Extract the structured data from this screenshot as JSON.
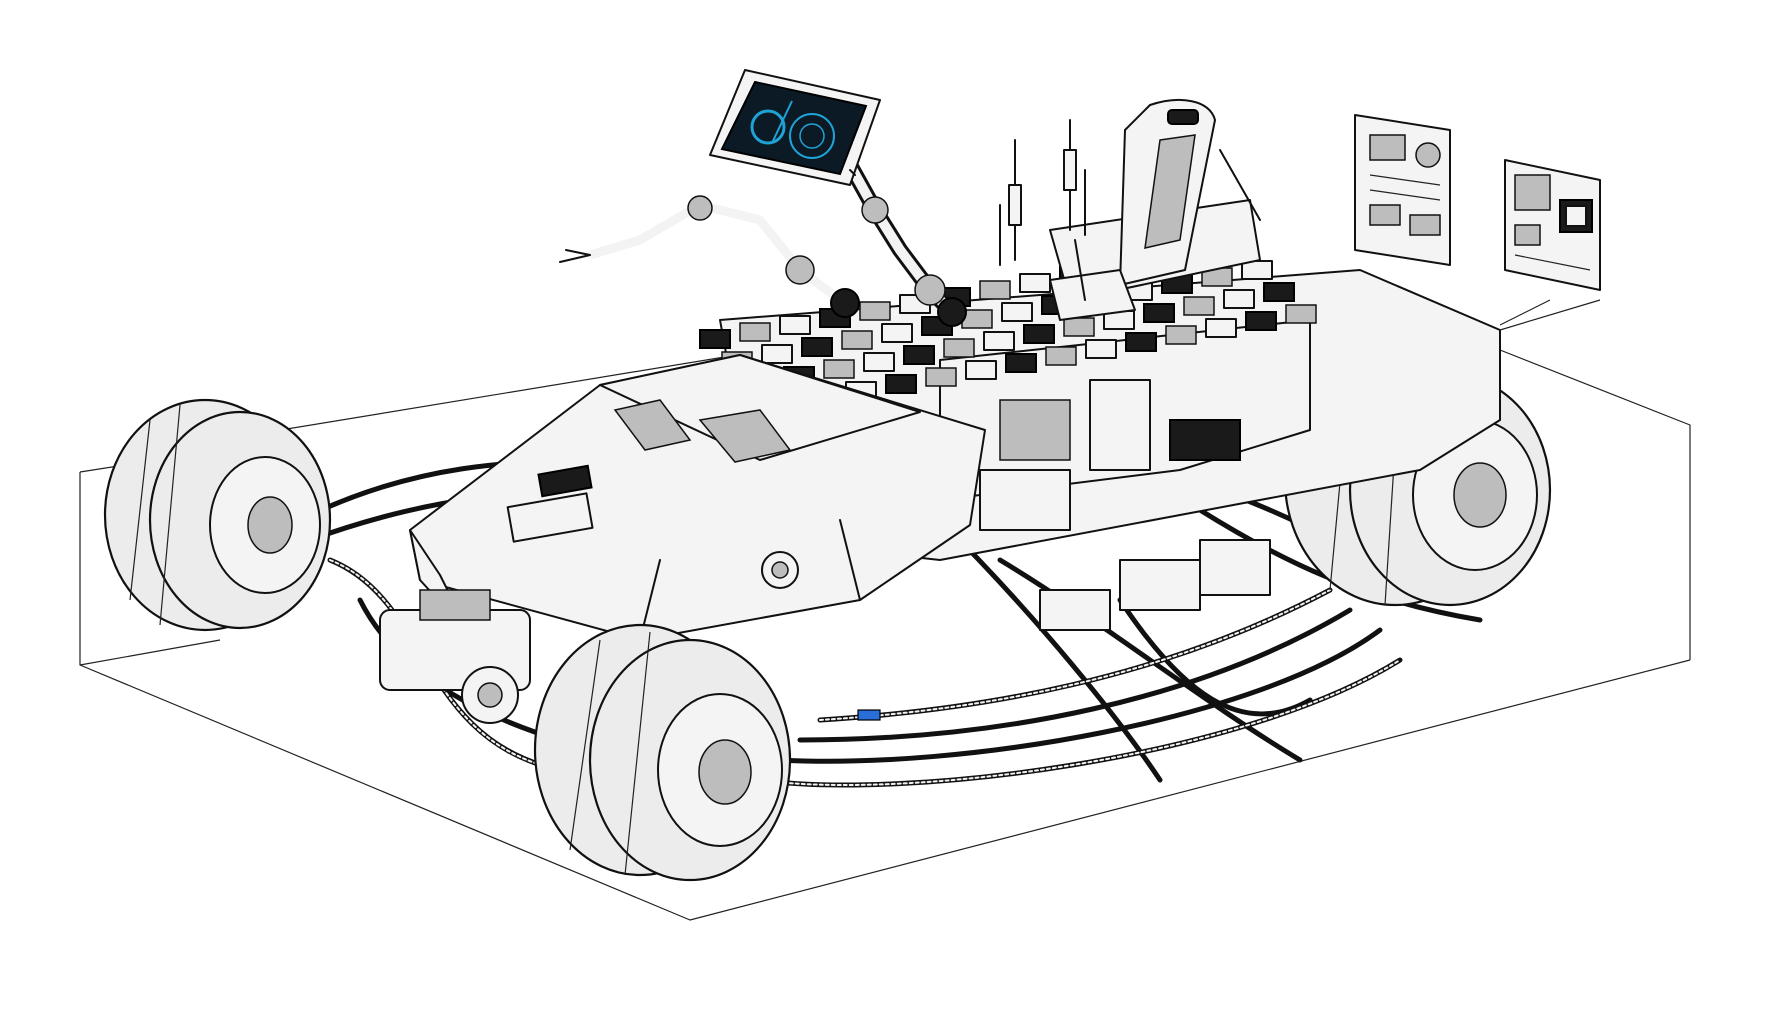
{
  "colors": {
    "line": "#111111",
    "background": "#ffffff",
    "screen_glow": "#1fa3d6",
    "screen_dark": "#0b1a24",
    "led_blue": "#2a6fd8"
  },
  "components": [
    {
      "name": "floating-tablet-display",
      "icon": "tablet-icon"
    },
    {
      "name": "robotic-arm-left",
      "icon": "robot-arm-icon"
    },
    {
      "name": "robotic-arm-right",
      "icon": "robot-arm-icon"
    },
    {
      "name": "driver-seat",
      "icon": "seat-icon"
    },
    {
      "name": "callout-panel-dashboard",
      "icon": "dashboard-icon"
    },
    {
      "name": "callout-panel-circuit",
      "icon": "circuit-icon"
    },
    {
      "name": "wheel-front-left",
      "icon": "wheel-icon"
    },
    {
      "name": "wheel-front-right",
      "icon": "wheel-icon"
    },
    {
      "name": "wheel-rear-left",
      "icon": "wheel-icon"
    },
    {
      "name": "wheel-rear-right",
      "icon": "wheel-icon"
    },
    {
      "name": "cable-harness",
      "icon": "cable-icon"
    }
  ]
}
